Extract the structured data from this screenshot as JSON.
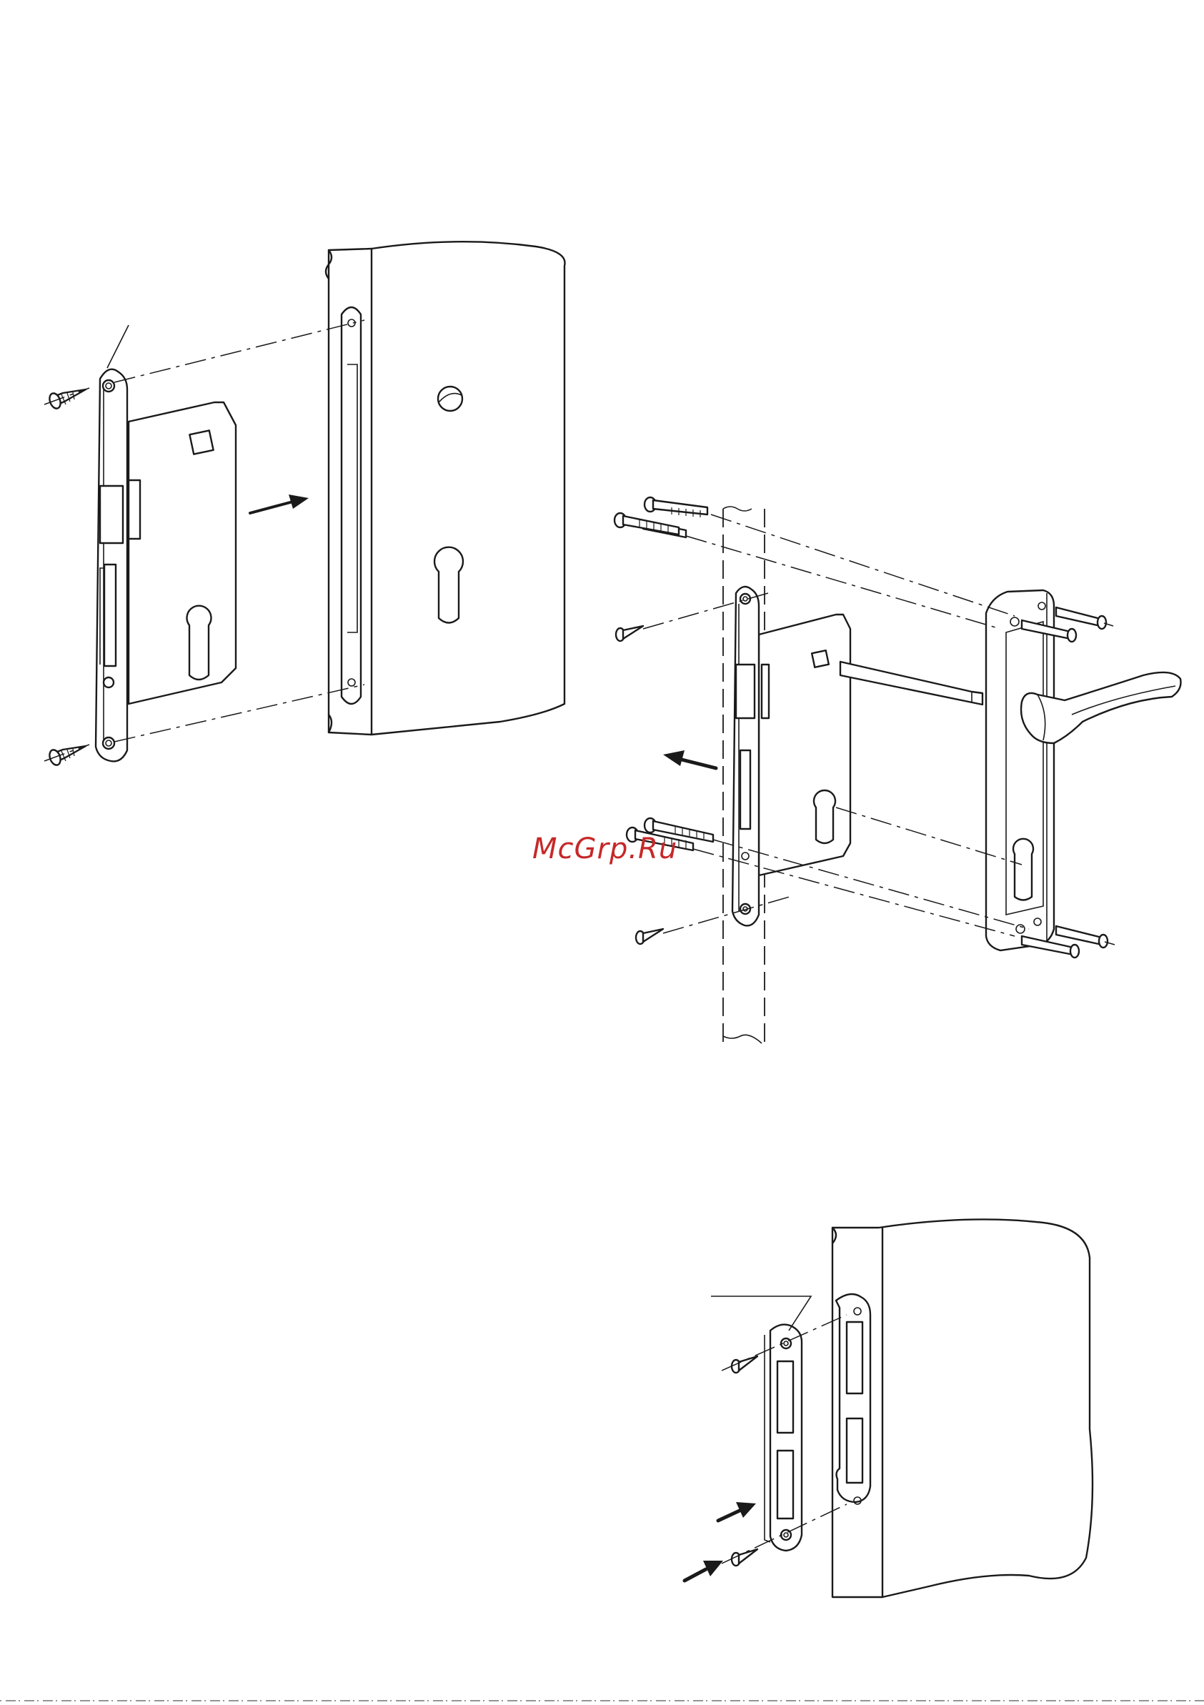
{
  "watermark": {
    "text": "McGrp.Ru",
    "color": "#c62828"
  },
  "figures": [
    {
      "id": "lock-case-into-door-edge"
    },
    {
      "id": "handle-and-cylinder-assembly"
    },
    {
      "id": "strike-plate-into-frame"
    }
  ],
  "icons": [
    "screw-icon",
    "bolt-icon",
    "arrow-icon",
    "handle-icon",
    "spindle-icon"
  ]
}
